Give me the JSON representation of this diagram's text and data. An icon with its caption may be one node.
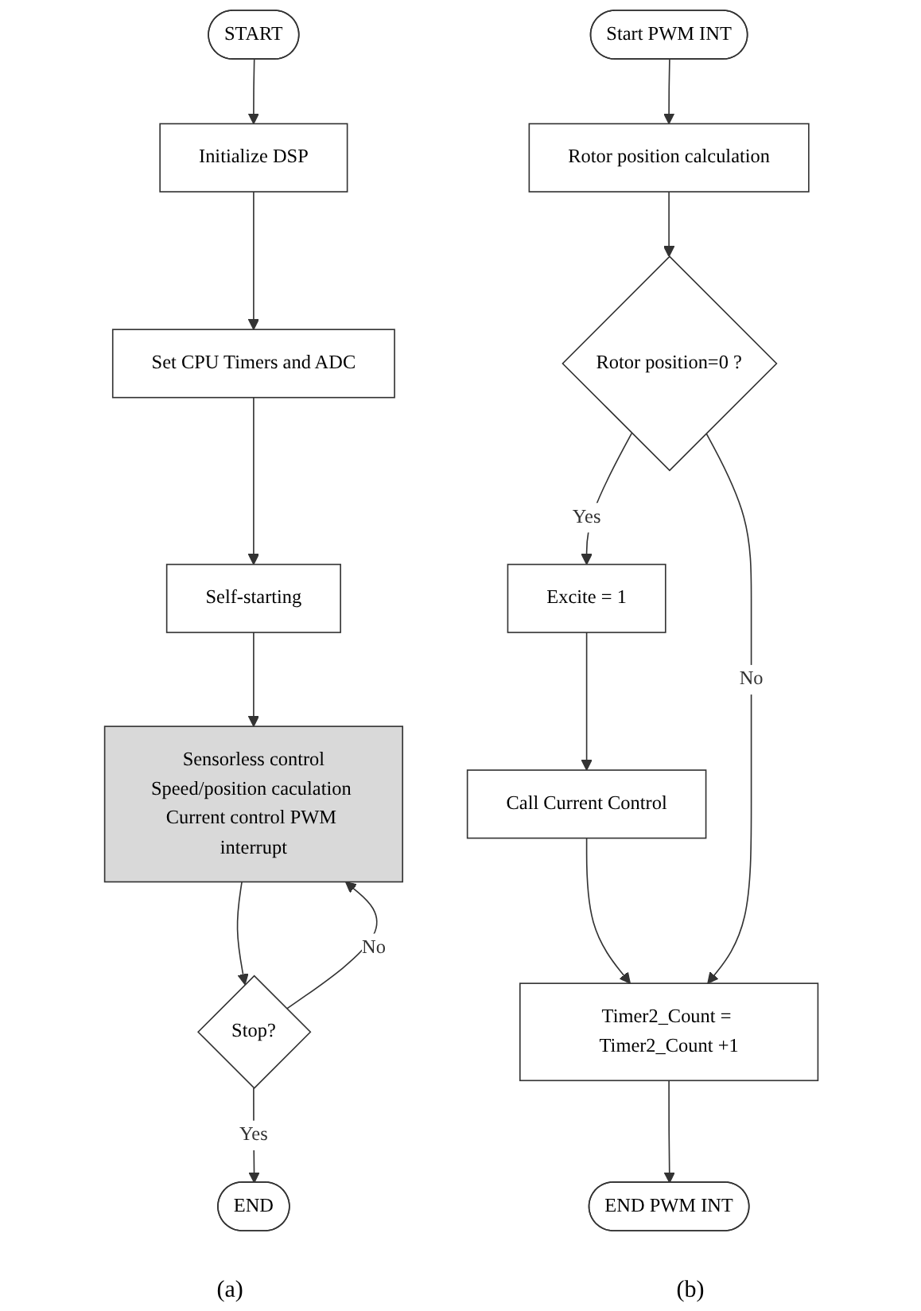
{
  "diagram": {
    "nodes": [
      {
        "text": [
          "START"
        ]
      },
      {
        "text": [
          "Initialize DSP"
        ]
      },
      {
        "text": [
          "Set CPU Timers and ADC"
        ]
      },
      {
        "text": [
          "Self-starting"
        ]
      },
      {
        "text": [
          "Sensorless control",
          "Speed/position caculation Current control PWM interrupt"
        ]
      },
      {
        "text": [
          "Stop?"
        ]
      },
      {
        "text": [
          "END"
        ]
      },
      {
        "text": [
          "Start PWM INT"
        ]
      },
      {
        "text": [
          "Rotor position calculation"
        ]
      },
      {
        "text": [
          "Rotor position=0 ?"
        ]
      },
      {
        "text": [
          "Excite = 1"
        ]
      },
      {
        "text": [
          "Call Current Control"
        ]
      },
      {
        "text": [
          "Timer2_Count = Timer2_Count +1"
        ]
      },
      {
        "text": [
          "END PWM INT"
        ]
      }
    ],
    "edges": [
      {
        "from": 0,
        "to": 1,
        "arrow": "to"
      },
      {
        "from": 1,
        "to": 2,
        "arrow": "to"
      },
      {
        "from": 2,
        "to": 3,
        "arrow": "to"
      },
      {
        "from": 3,
        "to": 4,
        "arrow": "to"
      },
      {
        "from": 4,
        "to": 5,
        "arrow": "to"
      },
      {
        "from": 5,
        "to": 6,
        "arrow": "to",
        "label": "Yes"
      },
      {
        "from": 5,
        "to": 4,
        "arrow": "to",
        "label": "No"
      },
      {
        "from": 7,
        "to": 8,
        "arrow": "to"
      },
      {
        "from": 8,
        "to": 9,
        "arrow": "to"
      },
      {
        "from": 9,
        "to": 10,
        "arrow": "to",
        "label": "Yes"
      },
      {
        "from": 10,
        "to": 11,
        "arrow": "to"
      },
      {
        "from": 11,
        "to": 12,
        "arrow": "to"
      },
      {
        "from": 9,
        "to": 12,
        "arrow": "to",
        "label": "No"
      },
      {
        "from": 12,
        "to": 13,
        "arrow": "to"
      }
    ],
    "labels": [
      "(a)",
      "(b)"
    ]
  }
}
